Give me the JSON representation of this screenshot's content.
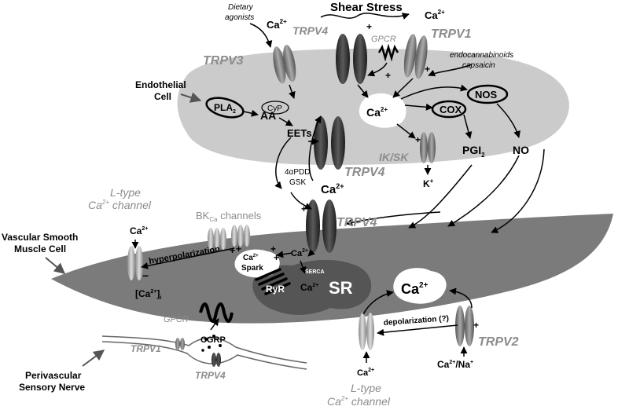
{
  "labels": {
    "shear_stress": "Shear Stress",
    "dietary_agonists_1": "Dietary",
    "dietary_agonists_2": "agonists",
    "trpv3": "TRPV3",
    "trpv4_top": "TRPV4",
    "trpv1_top": "TRPV1",
    "gpcr_top": "GPCR",
    "endocannabinoids": "endocannabinoids",
    "capsaicin": "capsaicin",
    "endothelial_cell_1": "Endothelial",
    "endothelial_cell_2": "Cell",
    "pla2": "PLA",
    "pla2_sub": "2",
    "aa": "AA",
    "cyp": "CyP",
    "eets": "EETs",
    "ca_center": "Ca",
    "cox": "COX",
    "nos": "NOS",
    "pgi2": "PGI",
    "pgi2_sub": "2",
    "no": "NO",
    "ik_sk": "IK/SK",
    "k_plus": "K",
    "trpv4_mid": "TRPV4",
    "pdd_1": "4αPDD",
    "pdd_2": "GSK",
    "trpv4_lower": "TRPV4",
    "ltype_top_1": "L-type",
    "ltype_top_2": "Ca",
    "ltype_top_3": " channel",
    "bkca": "BK",
    "bkca_sub": "Ca",
    "bkca_tail": " channels",
    "vsmc_1": "Vascular Smooth",
    "vsmc_2": "Muscle Cell",
    "hyperpolarization": "hyperpolarization",
    "spark_ca": "Ca",
    "spark": "Spark",
    "ryr": "RyR",
    "serca": "SERCA",
    "sr": "SR",
    "ca_sr": "Ca",
    "ca_i": "[Ca",
    "ca_i_tail": "]",
    "ca_i_sub": "i",
    "ca_big": "Ca",
    "depolarization": "depolarization (?)",
    "trpv2": "TRPV2",
    "gpcr_bottom": "GPCR",
    "cgrp": "CGRP",
    "trpv1_bottom": "TRPV1",
    "trpv4_bottom": "TRPV4",
    "perivascular_1": "Perivascular",
    "perivascular_2": "Sensory Nerve",
    "ltype_bottom_1": "L-type",
    "ltype_bottom_2": "Ca",
    "ltype_bottom_3": " channel",
    "ca_na": "Ca",
    "ca_na_tail": "/Na",
    "ca_generic": "Ca",
    "superscript_2plus": "2+",
    "plus": "+",
    "minus": "−"
  },
  "colors": {
    "endothelium": "#c9c9c9",
    "smooth_muscle": "#7a7a7a",
    "sr": "#555555",
    "channel_dark": "#3a3a3a",
    "channel_mid": "#8a8a8a",
    "channel_light": "#b8b8b8",
    "grey_text": "#8c8c8c"
  }
}
